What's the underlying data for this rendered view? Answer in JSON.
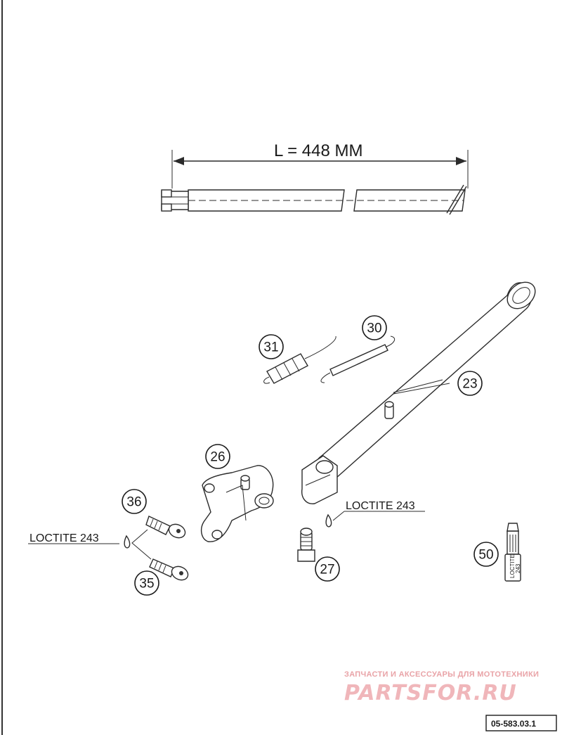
{
  "dimension": {
    "text": "L = 448 MM"
  },
  "callouts": {
    "c23": "23",
    "c26": "26",
    "c27": "27",
    "c30": "30",
    "c31": "31",
    "c35": "35",
    "c36": "36",
    "c50": "50"
  },
  "labels": {
    "loctite_left": "LOCTITE 243",
    "loctite_right": "LOCTITE 243",
    "bottle": "LOCTITE",
    "bottle_num": "243"
  },
  "watermark": {
    "tagline": "ЗАПЧАСТИ И АКСЕССУАРЫ ДЛЯ МОТОТЕХНИКИ",
    "brand": "PARTSFOR.RU",
    "color": "#e9a3a7"
  },
  "doc_number": "05-583.03.1"
}
